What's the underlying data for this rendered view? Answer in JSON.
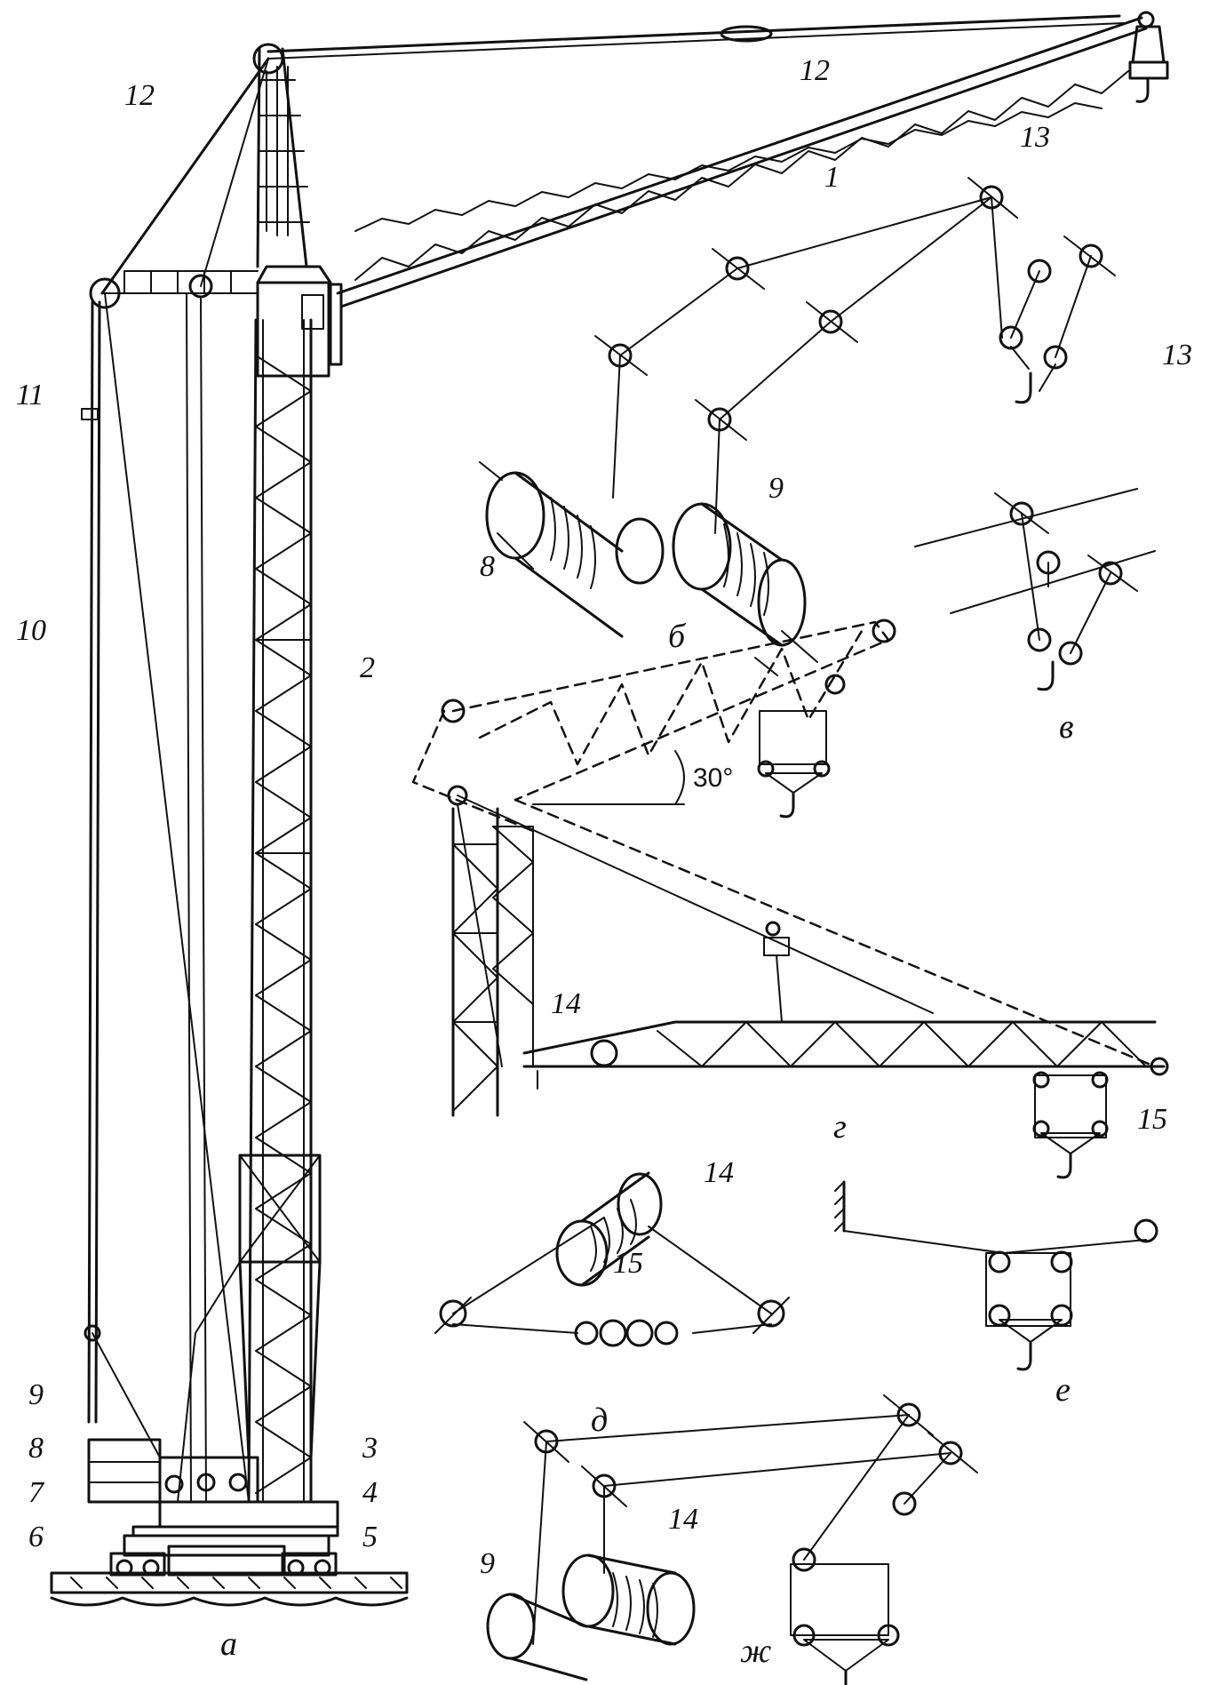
{
  "colors": {
    "ink": "#111111",
    "paper": "#ffffff"
  },
  "labels": {
    "n1": "1",
    "n2": "2",
    "n3": "3",
    "n4": "4",
    "n5": "5",
    "n6": "6",
    "n7": "7",
    "n8": "8",
    "n9": "9",
    "n10": "10",
    "n11": "11",
    "n12": "12",
    "n13": "13",
    "n14": "14",
    "n15": "15"
  },
  "panels": {
    "a": "а",
    "b": "б",
    "v": "в",
    "g": "г",
    "d": "д",
    "e": "е",
    "zh": "ж"
  },
  "annotations": {
    "angle": "30°"
  }
}
